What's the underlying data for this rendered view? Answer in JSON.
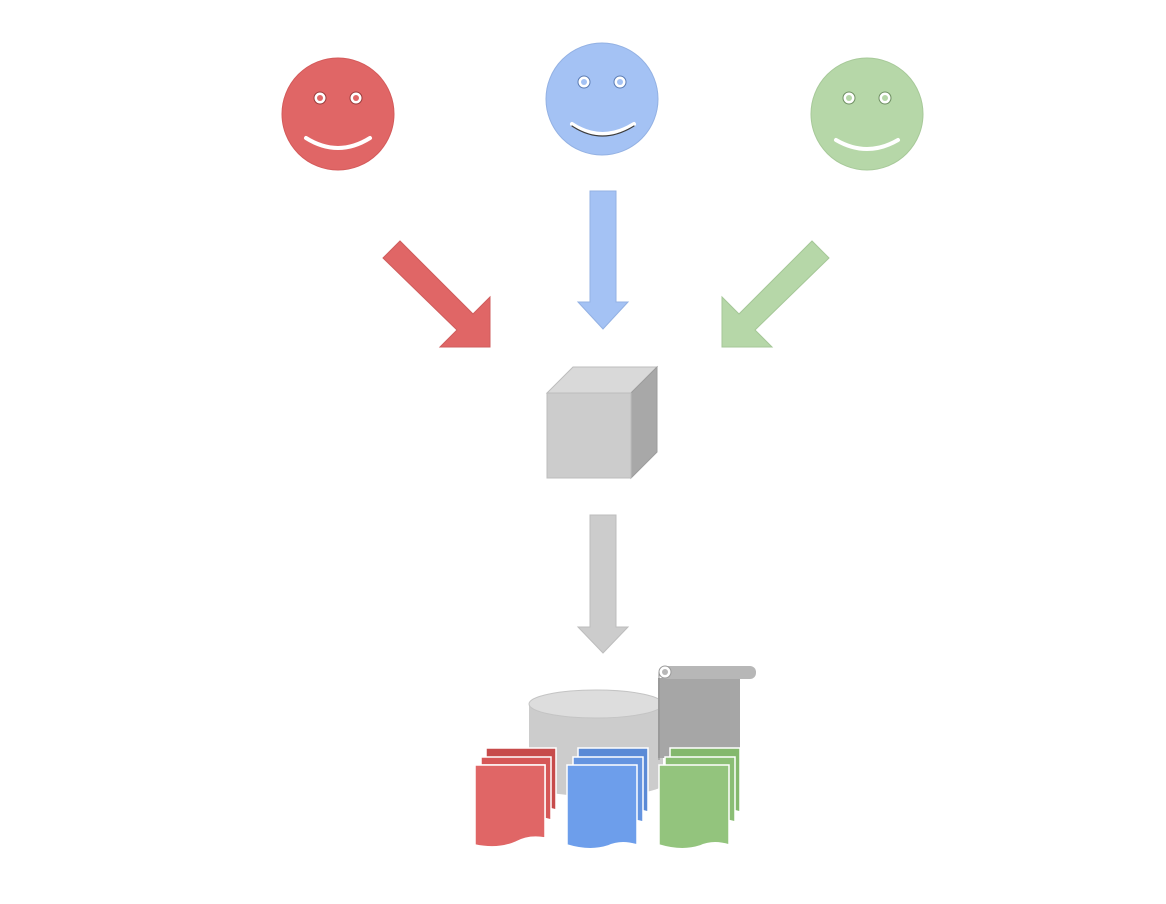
{
  "diagram": {
    "users": [
      {
        "role": "user-red",
        "color": "#E06666",
        "icon": "smiley-face-icon"
      },
      {
        "role": "user-blue",
        "color": "#A4C2F4",
        "icon": "smiley-face-icon"
      },
      {
        "role": "user-green",
        "color": "#B6D7A8",
        "icon": "smiley-face-icon"
      }
    ],
    "arrows": [
      {
        "from": "user-red",
        "to": "central-cube",
        "color": "#E06666"
      },
      {
        "from": "user-blue",
        "to": "central-cube",
        "color": "#A4C2F4"
      },
      {
        "from": "user-green",
        "to": "central-cube",
        "color": "#B6D7A8"
      },
      {
        "from": "central-cube",
        "to": "storage",
        "color": "#CCCCCC"
      }
    ],
    "hub": {
      "icon": "cube-icon",
      "color": "#CCCCCC"
    },
    "storage": {
      "icons": [
        "database-icon",
        "scroll-icon",
        "document-stack-icon"
      ],
      "document_colors": [
        "#E06666",
        "#6D9EEB",
        "#93C47D"
      ]
    }
  }
}
